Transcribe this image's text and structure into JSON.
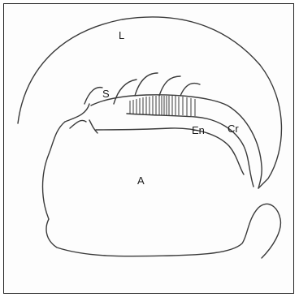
{
  "labels": {
    "L": "L",
    "S": "S",
    "En": "En",
    "Cr": "Cr",
    "A": "A"
  }
}
